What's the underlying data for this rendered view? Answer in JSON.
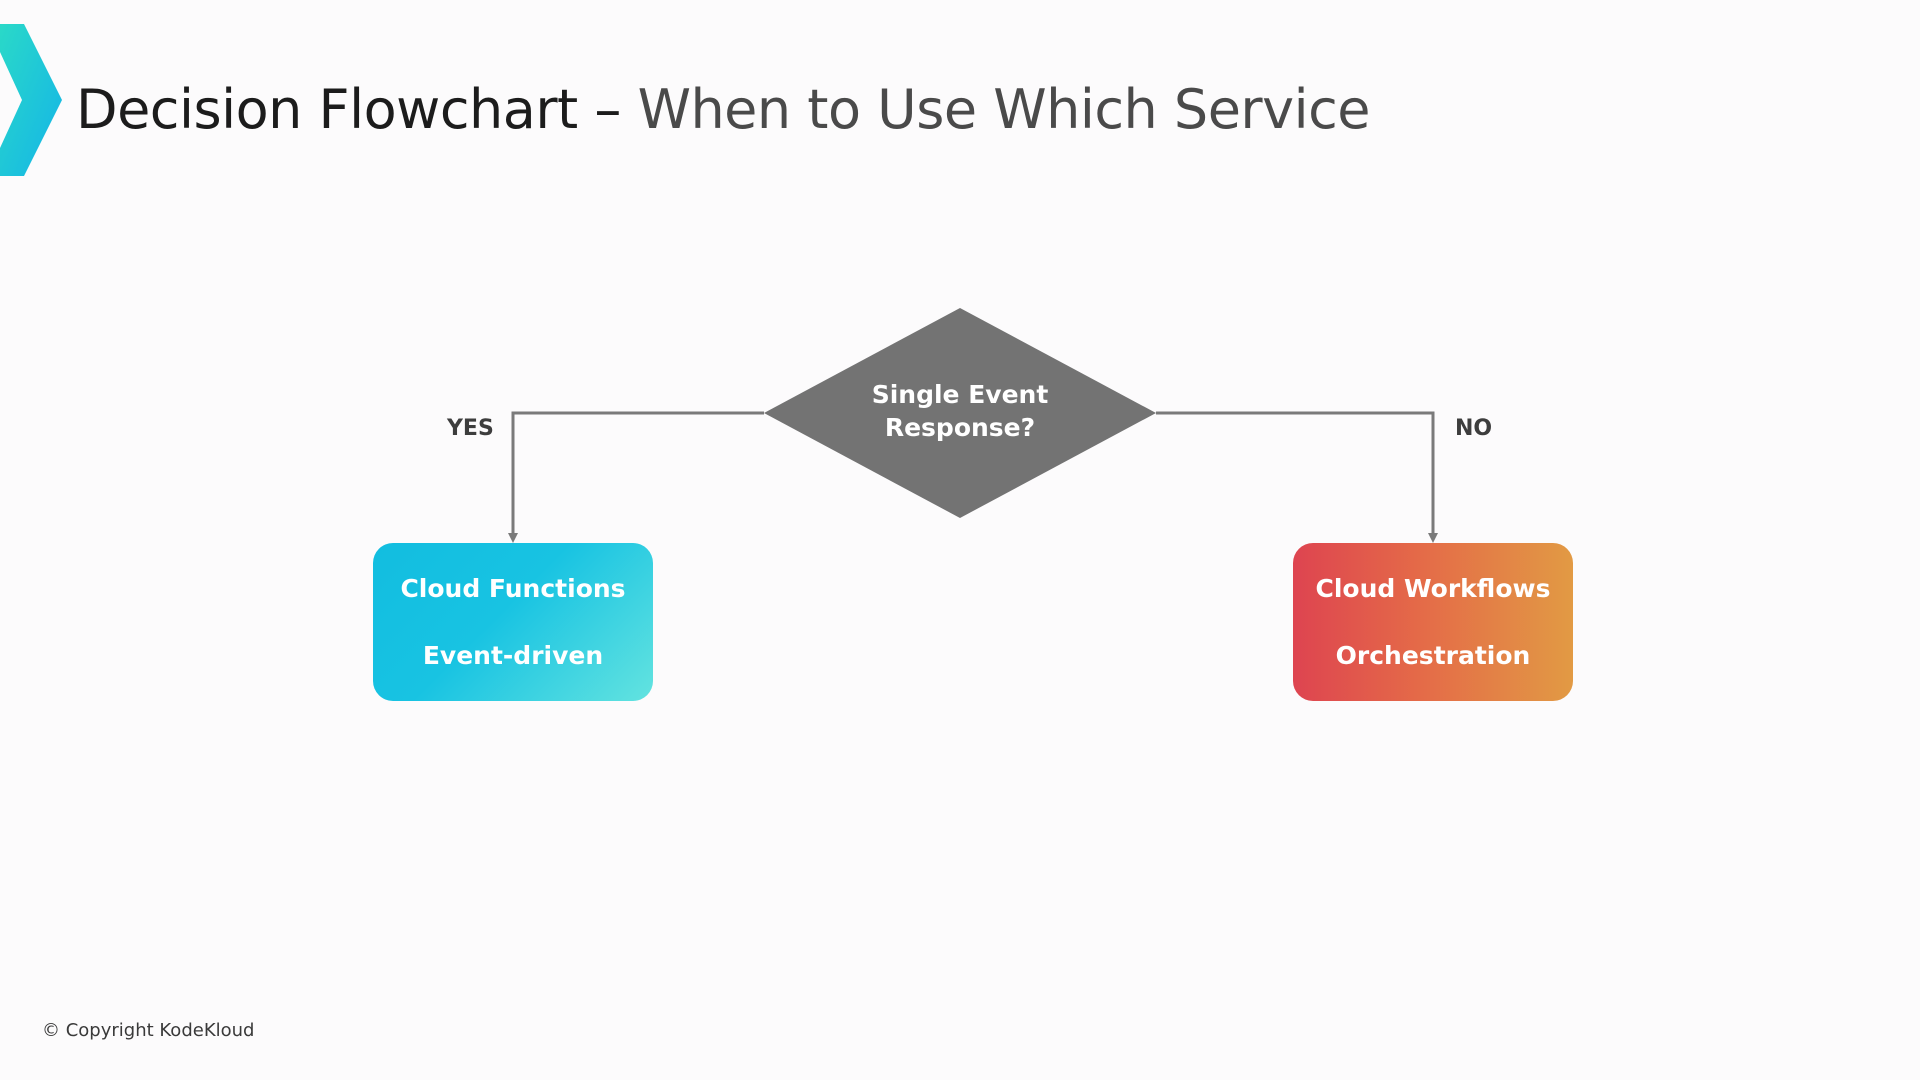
{
  "header": {
    "title_main": "Decision Flowchart",
    "title_dash": " – ",
    "title_sub": "When to Use Which Service"
  },
  "flowchart": {
    "decision": {
      "line1": "Single Event",
      "line2": "Response?",
      "fill_color": "#737373"
    },
    "branches": {
      "yes_label": "YES",
      "no_label": "NO",
      "connector_color": "#7a7a7a"
    },
    "yes_box": {
      "title": "Cloud Functions",
      "subtitle": "Event-driven",
      "gradient": [
        "#12bde0",
        "#63e3e0"
      ]
    },
    "no_box": {
      "title": "Cloud Workflows",
      "subtitle": "Orchestration",
      "gradient": [
        "#de4450",
        "#e29a44"
      ]
    }
  },
  "footer": {
    "copyright": "© Copyright KodeKloud"
  },
  "brand": {
    "accent_gradient": [
      "#1fd8d0",
      "#15b9e6"
    ]
  }
}
